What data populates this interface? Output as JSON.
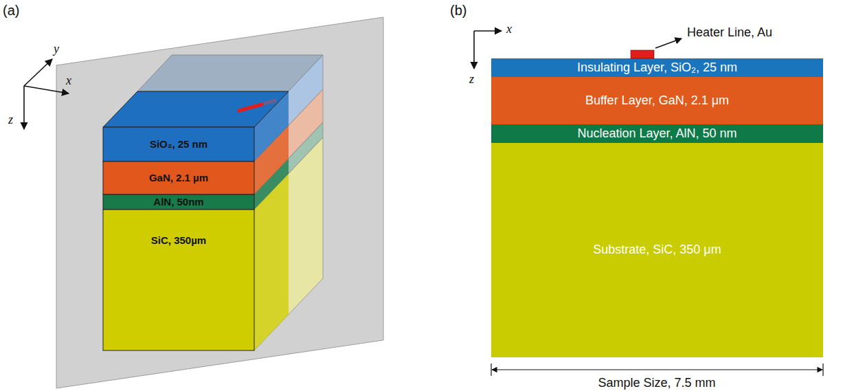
{
  "diagram": {
    "nodes": [
      {
        "text": [
          "SiO₂, 25 nm"
        ]
      },
      {
        "text": [
          "GaN, 2.1 µm"
        ]
      },
      {
        "text": [
          "AlN, 50nm"
        ]
      },
      {
        "text": [
          "SiC, 350µm"
        ]
      },
      {
        "text": [
          "Insulating Layer, SiO₂, 25 nm"
        ]
      },
      {
        "text": [
          "Buffer Layer, GaN, 2.1 μm"
        ]
      },
      {
        "text": [
          "Nucleation Layer, AlN, 50 nm"
        ]
      },
      {
        "text": [
          "Substrate, SiC, 350 μm"
        ]
      }
    ],
    "labels": [
      "(a)",
      "y",
      "x",
      "z",
      "(b)",
      "x",
      "z",
      "Heater Line, Au",
      "Sample Size, 7.5 mm"
    ]
  }
}
